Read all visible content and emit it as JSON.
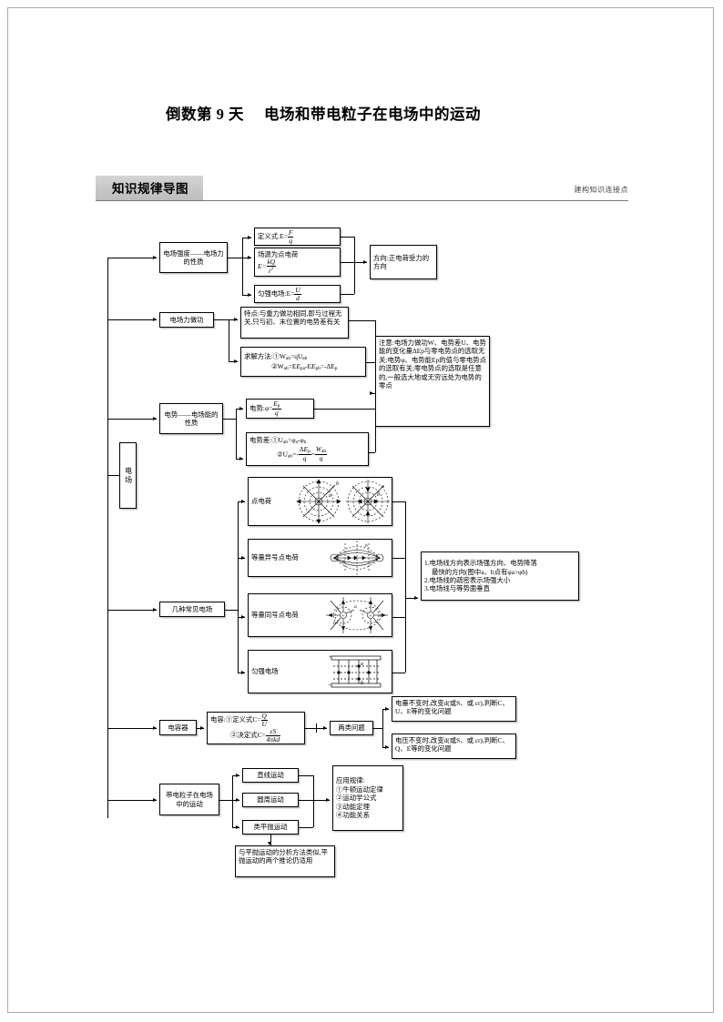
{
  "document": {
    "title_prefix": "倒数第 9 天",
    "title_main": "电场和带电粒子在电场中的运动",
    "section_tab": "知识规律导图",
    "section_note": "建构知识连接点"
  },
  "diagram": {
    "root": "电场",
    "branches": {
      "field_strength": "电场强度——电场力的性质",
      "work": "电场力做功",
      "potential": "电势——电场能的性质",
      "common_fields": "几种常见电场",
      "capacitor": "电容器",
      "motion": "带电粒子在电场中的运动"
    },
    "field_strength_items": {
      "definition": "定义式:E=",
      "definition_num": "F",
      "definition_den": "q",
      "point_source_line1": "场源为点电荷",
      "point_source_line2": "E=",
      "point_source_num": "kQ",
      "point_source_den": "r",
      "point_source_den_sup": "2",
      "uniform": "匀强电场:E=",
      "uniform_num": "U",
      "uniform_den": "d",
      "direction": "方向:正电荷受力的方向"
    },
    "work_items": {
      "feature": "特点:与重力做功相同,即与过程无关,只与初、末位置的电势差有关",
      "method_label": "求解方法:①W",
      "method_sub1": "ab",
      "method_eq1": "=qU",
      "method_sub2": "ab",
      "method_line2_head": "②W",
      "method_line2": "=E",
      "method_line2_b": "-E",
      "method_line2_c": "=-ΔE"
    },
    "potential_items": {
      "phi_label": "电势:φ=",
      "phi_num": "E",
      "phi_num_sub": "p",
      "phi_den": "q",
      "diff_line1": "电势差:①U",
      "diff_line1_rest": "=φ",
      "diff_line1_rest2": "-φ",
      "diff_line2_head": "②U",
      "diff_line2": "=-"
    },
    "note_box": "注意:电场力做功W、电势差U、电势能的变化量ΔEp与零电势点的选取无关;电势φ、电势能Ep的值与零电势点的选取有关;零电势点的选取是任意的,一般选大地或无穷远处为电势的零点",
    "common_fields_rows": [
      "点电荷",
      "等量异号点电荷",
      "等量同号点电荷",
      "匀强电场"
    ],
    "field_line_rules": {
      "rule1": "1.电场线方向表示场强方向、电势降落",
      "rule1b": "最快的方向(图中a、b点有φa>φb)",
      "rule2": "2.电场线的疏密表示场强大小",
      "rule3": "3.电场线与等势面垂直"
    },
    "capacitor_items": {
      "formula_line1": "电容:①定义式C=",
      "formula_line1_num": "Q",
      "formula_line1_den": "U",
      "formula_line2": "②决定式C=",
      "formula_line2_num": "εS",
      "formula_line2_den": "4πkd",
      "two_problems": "两类问题",
      "problem1": "电量不变时,改变d(或S、或 εr),判断C、U、E等的变化问题",
      "problem2": "电压不变时,改变d(或S、或 εr),判断C、Q、E等的变化问题"
    },
    "motion_items": {
      "types": [
        "直线运动",
        "圆周运动",
        "类平抛运动"
      ],
      "rules_title": "应用规律:",
      "rules": [
        "①牛顿运动定律",
        "②运动学公式",
        "③动能定理",
        "④功能关系"
      ],
      "note": "与平抛运动的分析方法类似,平抛运动的两个推论仍适用"
    },
    "diagram_labels": {
      "a": "a",
      "b": "b",
      "plus": "+",
      "minus": "−"
    }
  }
}
